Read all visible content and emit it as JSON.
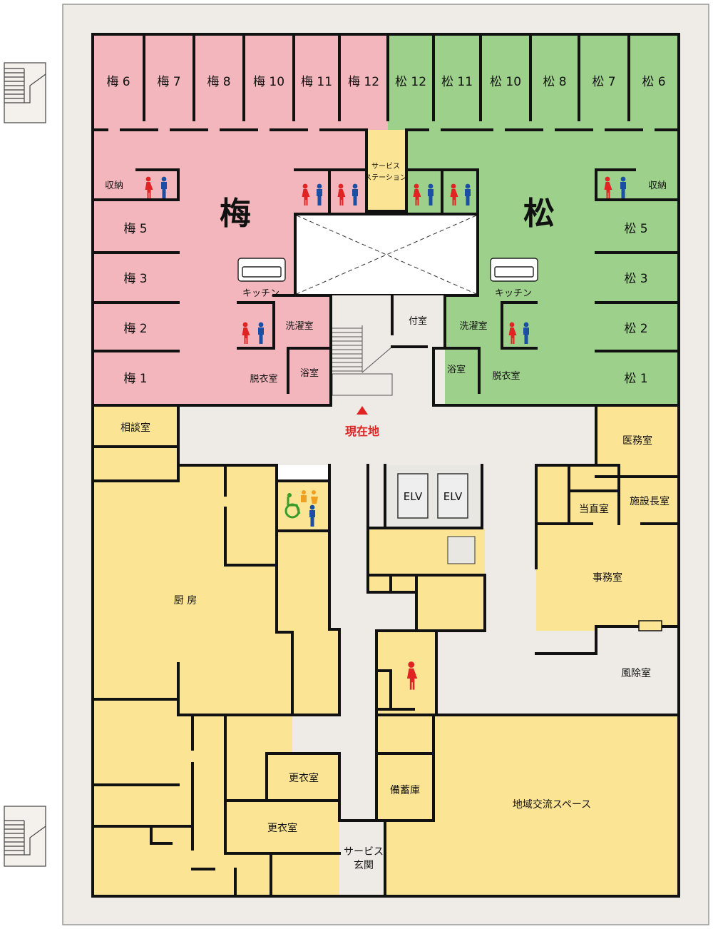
{
  "colors": {
    "ume": "#f4b6bd",
    "matsu": "#9dd08a",
    "common": "#fbe494",
    "corridor": "#eeeae5",
    "outer": "#efebe6",
    "wall": "#111111",
    "male_icon": "#1a4fa3",
    "female_icon": "#e02424",
    "accessible_icon": "#3a9a2a",
    "current_location": "#e02424"
  },
  "ume": {
    "zone_title": "梅",
    "top_rooms": [
      "梅 6",
      "梅 7",
      "梅 8",
      "梅 10",
      "梅 11",
      "梅 12"
    ],
    "left_rooms": [
      "梅 5",
      "梅 3",
      "梅 2",
      "梅 1"
    ],
    "storage": "収納",
    "kitchen": "キッチン",
    "laundry": "洗濯室",
    "dressing": "脱衣室",
    "bath": "浴室"
  },
  "matsu": {
    "zone_title": "松",
    "top_rooms": [
      "松 12",
      "松 11",
      "松 10",
      "松 8",
      "松 7",
      "松 6"
    ],
    "right_rooms": [
      "松 5",
      "松 3",
      "松 2",
      "松 1"
    ],
    "storage": "収納",
    "kitchen": "キッチン",
    "laundry": "洗濯室",
    "dressing": "脱衣室",
    "bath": "浴室"
  },
  "center": {
    "service_station_line1": "サービス",
    "service_station_line2": "ステーション",
    "annex": "付室",
    "current_location": "現在地"
  },
  "rooms": {
    "consultation": "相談室",
    "medical": "医務室",
    "on_duty": "当直室",
    "director": "施設長室",
    "office": "事務室",
    "windbreak": "風除室",
    "kitchen_main": "厨 房",
    "changing_1": "更衣室",
    "changing_2": "更衣室",
    "stockroom": "備蓄庫",
    "community_space": "地域交流スペース",
    "service_entrance_line1": "サービス",
    "service_entrance_line2": "玄関",
    "elevator_1": "ELV",
    "elevator_2": "ELV"
  }
}
